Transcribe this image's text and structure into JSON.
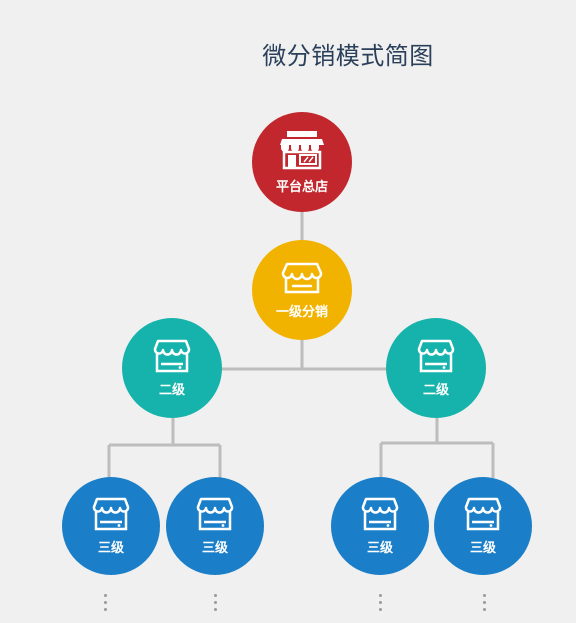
{
  "diagram": {
    "title": "微分销模式简图",
    "root": {
      "label": "平台总店",
      "icon": "storefront-icon",
      "color": "#c1272d"
    },
    "level1": {
      "label": "一级分销",
      "icon": "shop-outline-icon",
      "color": "#f2b200"
    },
    "level2": [
      {
        "label": "二级",
        "icon": "shop-icon",
        "color": "#16b3ac"
      },
      {
        "label": "二级",
        "icon": "shop-icon",
        "color": "#16b3ac"
      }
    ],
    "level3": [
      {
        "label": "三级",
        "icon": "shop-icon",
        "color": "#1a7fc8"
      },
      {
        "label": "三级",
        "icon": "shop-icon",
        "color": "#1a7fc8"
      },
      {
        "label": "三级",
        "icon": "shop-icon",
        "color": "#1a7fc8"
      },
      {
        "label": "三级",
        "icon": "shop-icon",
        "color": "#1a7fc8"
      }
    ],
    "line_color": "#bdbdbd"
  }
}
